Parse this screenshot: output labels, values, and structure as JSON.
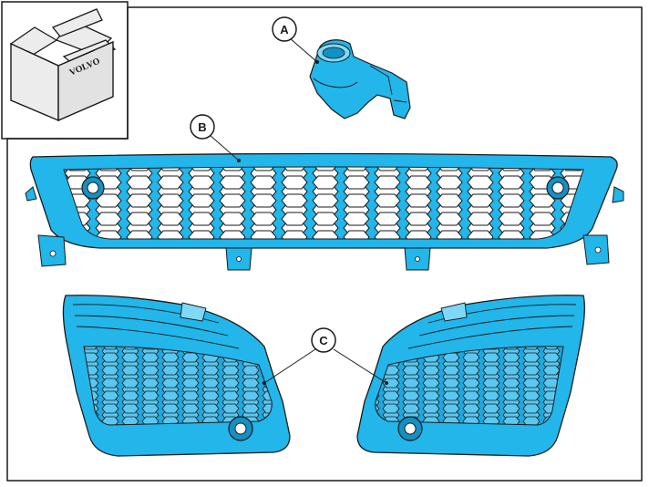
{
  "colors": {
    "part_fill": "#22b6ea",
    "part_shadow": "#1390c4",
    "part_highlight": "#7fd8f6",
    "outline": "#1a1a1a",
    "box_fill": "#ececec",
    "box_shade": "#cfcfcf"
  },
  "kit_box": {
    "brand": "VOLVO",
    "icon": "parts-box-icon"
  },
  "callouts": {
    "a": {
      "letter": "A",
      "part": "parking-sensor"
    },
    "b": {
      "letter": "B",
      "part": "lower-grille"
    },
    "c": {
      "letter": "C",
      "part": "fog-lamp-bezels"
    }
  }
}
